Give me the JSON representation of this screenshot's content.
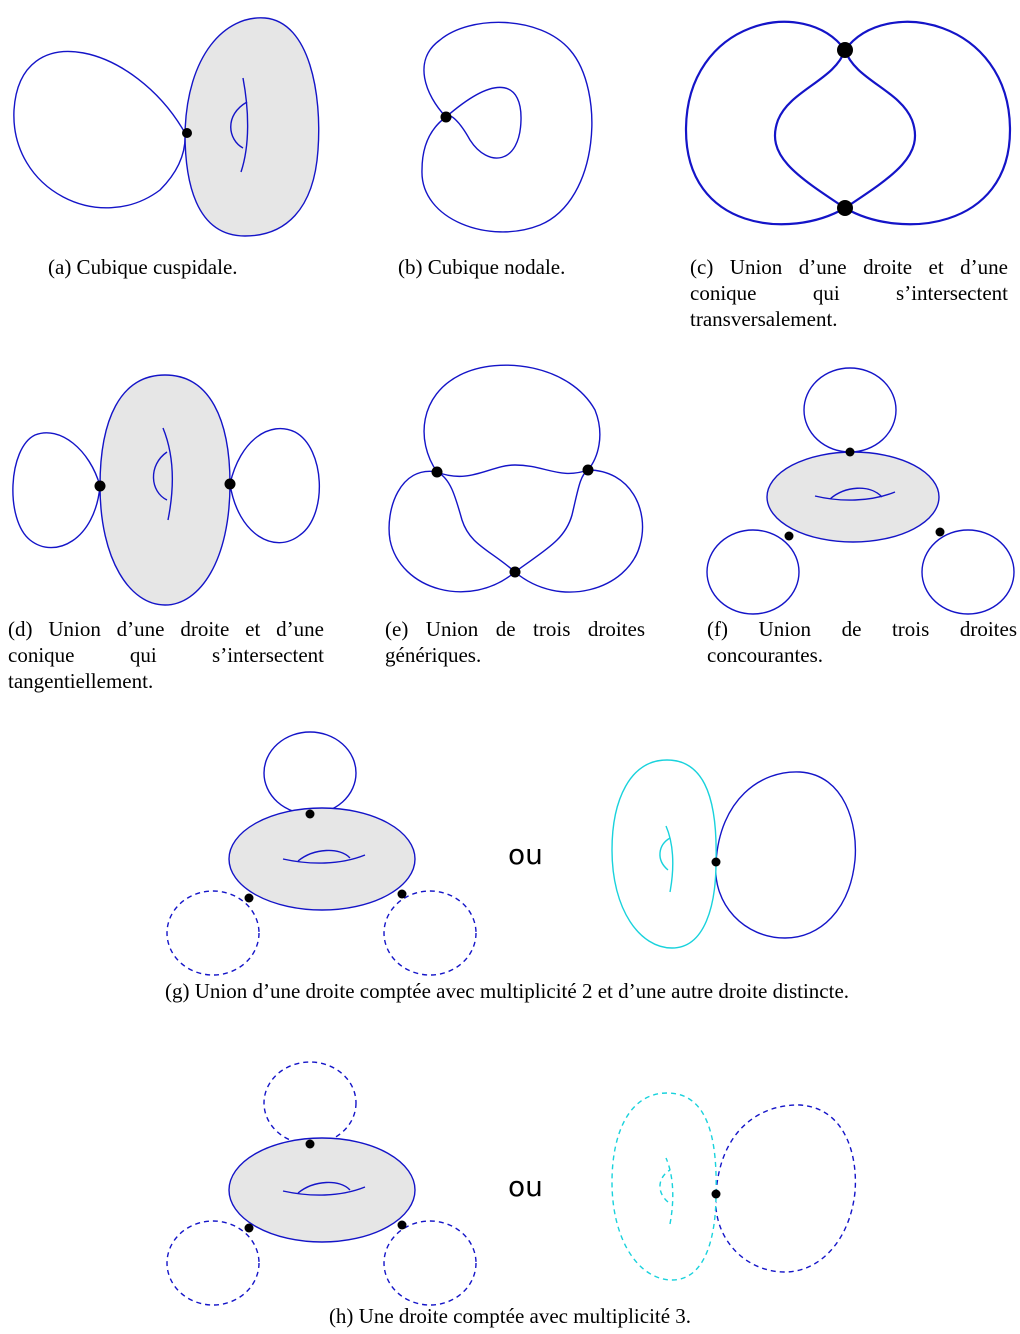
{
  "captions": {
    "a": "(a) Cubique cuspidale.",
    "b": "(b) Cubique nodale.",
    "c": "(c) Union d’une droite et d’une conique qui s’intersectent transversalement.",
    "d": "(d) Union d’une droite et d’une conique qui s’intersectent tangentiellement.",
    "e": "(e) Union de trois droites génériques.",
    "f": "(f) Union de trois droites concourantes.",
    "g": "(g) Union d’une droite comptée avec multiplicité 2 et d’une autre droite distincte.",
    "h": "(h) Une droite comptée avec multiplicité 3."
  },
  "connector_g": "ou",
  "connector_h": "ou",
  "colors": {
    "curve": "#1414c8",
    "curve_light": "#19d2dc",
    "surface_fill": "#e6e6e6",
    "point": "#000000"
  }
}
